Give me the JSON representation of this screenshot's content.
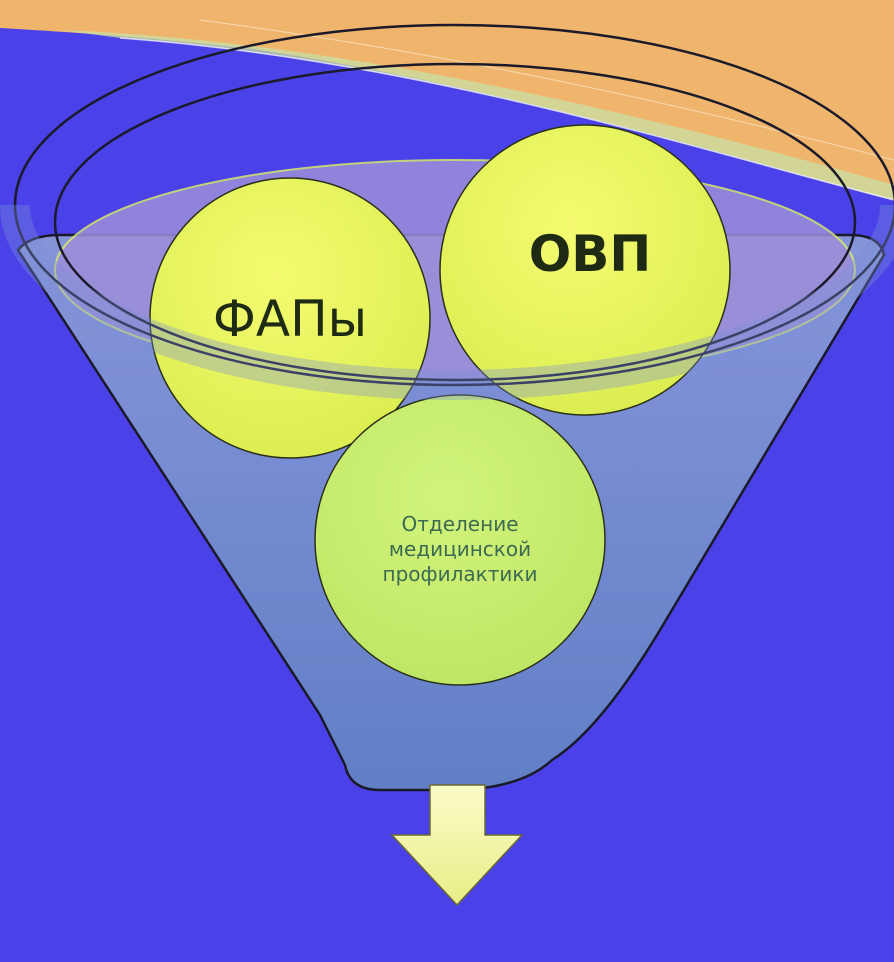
{
  "diagram": {
    "nodes": [
      {
        "id": "fap",
        "label": "ФАПы"
      },
      {
        "id": "ovp",
        "label": "ОВП"
      },
      {
        "id": "dept",
        "label": "Отделение медицинской профилактики"
      }
    ]
  },
  "colors": {
    "background": "#4a42e8",
    "header_band": "#f0b56c",
    "circles": "#e6f75a",
    "circle_bottom": "#c6f06a",
    "funnel_fill": "#6b8ac8",
    "arrow": "#f4f6a8"
  }
}
